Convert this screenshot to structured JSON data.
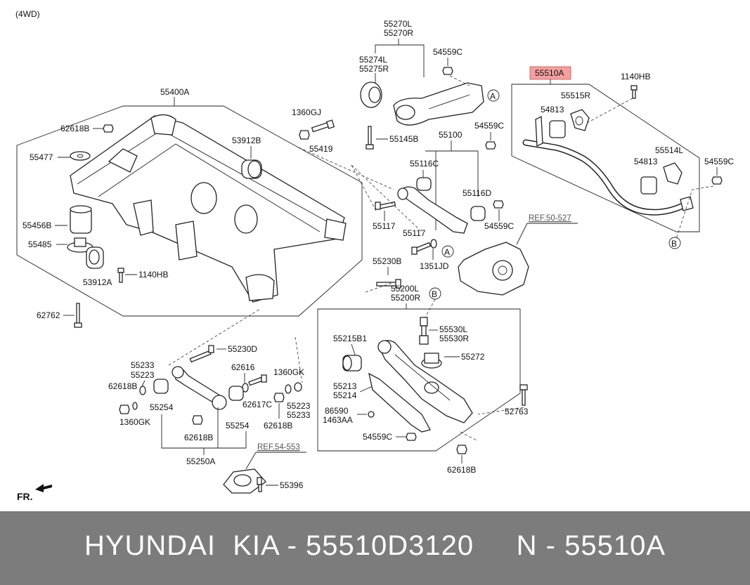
{
  "header": {
    "variant": "(4WD)"
  },
  "highlight_color": "#f4a0a0",
  "labels": {
    "l55270": "55270L",
    "l55270r": "55270R",
    "l55274": "55274L",
    "l55275": "55275R",
    "l54559c_a": "54559C",
    "l55510a": "55510A",
    "l1140hb_a": "1140HB",
    "l55515r": "55515R",
    "l54813_a": "54813",
    "l55514l": "55514L",
    "l54813_b": "54813",
    "l54559c_b": "54559C",
    "l54559c_c": "54559C",
    "l55400a": "55400A",
    "l1360gj": "1360GJ",
    "l55419": "55419",
    "l62618b_a": "62618B",
    "l53912b": "53912B",
    "l55477": "55477",
    "l55145b": "55145B",
    "l55100": "55100",
    "l55116c": "55116C",
    "l55116d": "55116D",
    "l55117_a": "55117",
    "l55117_b": "55117",
    "l54559c_d": "54559C",
    "l1351jd": "1351JD",
    "ref50527": "REF.50-527",
    "l55456b": "55456B",
    "l55485": "55485",
    "l53912a": "53912A",
    "l1140hb_b": "1140HB",
    "l62762": "62762",
    "l55230b": "55230B",
    "l55200l": "55200L",
    "l55200r": "55200R",
    "l55530l": "55530L",
    "l55530r": "55530R",
    "l55215b1": "55215B1",
    "l55272": "55272",
    "l55213": "55213",
    "l55214": "55214",
    "l86590": "86590",
    "l1463aa": "1463AA",
    "l54559c_e": "54559C",
    "l52763": "52763",
    "l62618b_b": "62618B",
    "l55230d": "55230D",
    "l55233_a": "55233",
    "l55223_a": "55223",
    "l62616": "62616",
    "l1360gk_a": "1360GK",
    "l62618b_c": "62618B",
    "l55254_a": "55254",
    "l1360gk_b": "1360GK",
    "l62617c": "62617C",
    "l55223_b": "55223",
    "l55233_b": "55233",
    "l62618b_d": "62618B",
    "l55254_b": "55254",
    "l62618b_e": "62618B",
    "l55250a": "55250A",
    "ref54553": "REF.54-553",
    "l55396": "55396",
    "fr": "FR."
  },
  "callouts": {
    "a1": "A",
    "a2": "A",
    "b1": "B",
    "b2": "B"
  },
  "footer": {
    "text": "HYUNDAI  KIA - 55510D3120     N - 55510A"
  }
}
